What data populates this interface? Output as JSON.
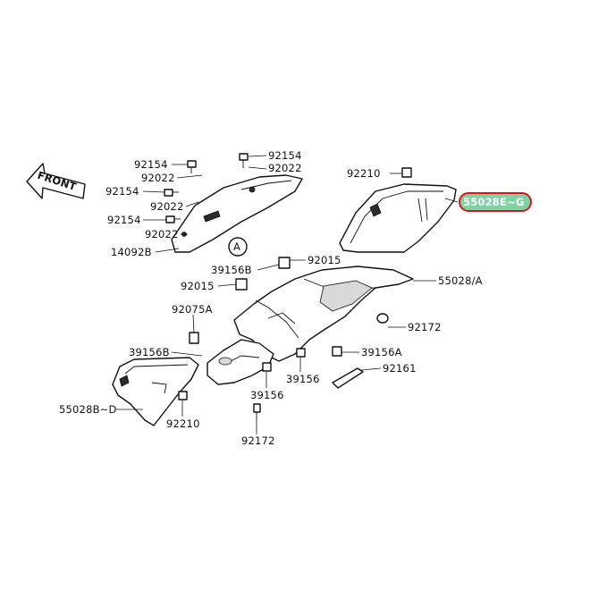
{
  "front_arrow": {
    "label": "FRONT"
  },
  "callout_marker": {
    "letter": "A"
  },
  "highlight": {
    "color": "#d0191c",
    "fill": "#7fd3a3"
  },
  "part_numbers": {
    "p92154_a": "92154",
    "p92154_b": "92154",
    "p92154_c": "92154",
    "p92154_d": "92154",
    "p92022_a": "92022",
    "p92022_b": "92022",
    "p92022_c": "92022",
    "p92022_d": "92022",
    "p14092b": "14092B",
    "p92210_top": "92210",
    "p55028e": "55028E~G",
    "p92015_a": "92015",
    "p39156b_a": "39156B",
    "p92015_b": "92015",
    "p55028a": "55028/A",
    "p92075a": "92075A",
    "p92172_a": "92172",
    "p39156b_b": "39156B",
    "p39156a": "39156A",
    "p39156_a": "39156",
    "p92161": "92161",
    "p39156_b": "39156",
    "p55028bd": "55028B~D",
    "p92210_bot": "92210",
    "p92172_b": "92172"
  }
}
